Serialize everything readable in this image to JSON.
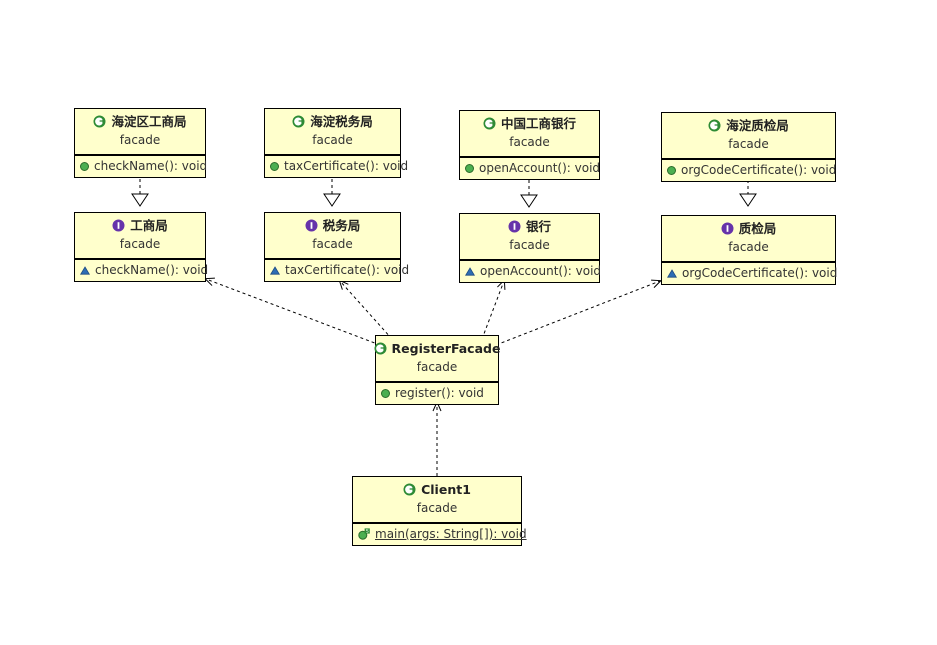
{
  "diagram": {
    "title": "Facade Pattern UML Class Diagram",
    "colors": {
      "box_fill": "#ffffcc",
      "box_border": "#000000",
      "class_icon": "#2e8b35",
      "interface_icon": "#6633aa",
      "public_method": "#3fa03f",
      "abstract_method": "#2e6db4",
      "edge": "#000000"
    },
    "stereotype_label": "facade"
  },
  "nodes": [
    {
      "id": "haidian-gongshang",
      "kind": "class",
      "icon": "class-icon",
      "name": "海淀区工商局",
      "stereotype": "facade",
      "members": [
        {
          "icon": "public-method-icon",
          "text": "checkName(): void",
          "static": false
        }
      ]
    },
    {
      "id": "haidian-shuiwu",
      "kind": "class",
      "icon": "class-icon",
      "name": "海淀税务局",
      "stereotype": "facade",
      "members": [
        {
          "icon": "public-method-icon",
          "text": "taxCertificate(): void",
          "static": false
        }
      ]
    },
    {
      "id": "zhongguo-gongshang-yinhang",
      "kind": "class",
      "icon": "class-icon",
      "name": "中国工商银行",
      "stereotype": "facade",
      "members": [
        {
          "icon": "public-method-icon",
          "text": "openAccount(): void",
          "static": false
        }
      ]
    },
    {
      "id": "haidian-zhijian",
      "kind": "class",
      "icon": "class-icon",
      "name": "海淀质检局",
      "stereotype": "facade",
      "members": [
        {
          "icon": "public-method-icon",
          "text": "orgCodeCertificate(): void",
          "static": false
        }
      ]
    },
    {
      "id": "gongshangju",
      "kind": "interface",
      "icon": "interface-icon",
      "name": "工商局",
      "stereotype": "facade",
      "members": [
        {
          "icon": "abstract-method-icon",
          "text": "checkName(): void",
          "static": false
        }
      ]
    },
    {
      "id": "shuiwuju",
      "kind": "interface",
      "icon": "interface-icon",
      "name": "税务局",
      "stereotype": "facade",
      "members": [
        {
          "icon": "abstract-method-icon",
          "text": "taxCertificate(): void",
          "static": false
        }
      ]
    },
    {
      "id": "yinhang",
      "kind": "interface",
      "icon": "interface-icon",
      "name": "银行",
      "stereotype": "facade",
      "members": [
        {
          "icon": "abstract-method-icon",
          "text": "openAccount(): void",
          "static": false
        }
      ]
    },
    {
      "id": "zhijianju",
      "kind": "interface",
      "icon": "interface-icon",
      "name": "质检局",
      "stereotype": "facade",
      "members": [
        {
          "icon": "abstract-method-icon",
          "text": "orgCodeCertificate(): void",
          "static": false
        }
      ]
    },
    {
      "id": "register-facade",
      "kind": "class",
      "icon": "class-icon",
      "name": "RegisterFacade",
      "stereotype": "facade",
      "members": [
        {
          "icon": "public-method-icon",
          "text": "register(): void",
          "static": false
        }
      ]
    },
    {
      "id": "client1",
      "kind": "class",
      "icon": "class-icon",
      "name": "Client1",
      "stereotype": "facade",
      "members": [
        {
          "icon": "static-method-icon",
          "text": "main(args: String[]): void",
          "static": true
        }
      ]
    }
  ],
  "edges": [
    {
      "from": "haidian-gongshang",
      "to": "gongshangju",
      "type": "realization"
    },
    {
      "from": "haidian-shuiwu",
      "to": "shuiwuju",
      "type": "realization"
    },
    {
      "from": "zhongguo-gongshang-yinhang",
      "to": "yinhang",
      "type": "realization"
    },
    {
      "from": "haidian-zhijian",
      "to": "zhijianju",
      "type": "realization"
    },
    {
      "from": "register-facade",
      "to": "gongshangju",
      "type": "dependency"
    },
    {
      "from": "register-facade",
      "to": "shuiwuju",
      "type": "dependency"
    },
    {
      "from": "register-facade",
      "to": "yinhang",
      "type": "dependency"
    },
    {
      "from": "register-facade",
      "to": "zhijianju",
      "type": "dependency"
    },
    {
      "from": "client1",
      "to": "register-facade",
      "type": "dependency"
    }
  ]
}
